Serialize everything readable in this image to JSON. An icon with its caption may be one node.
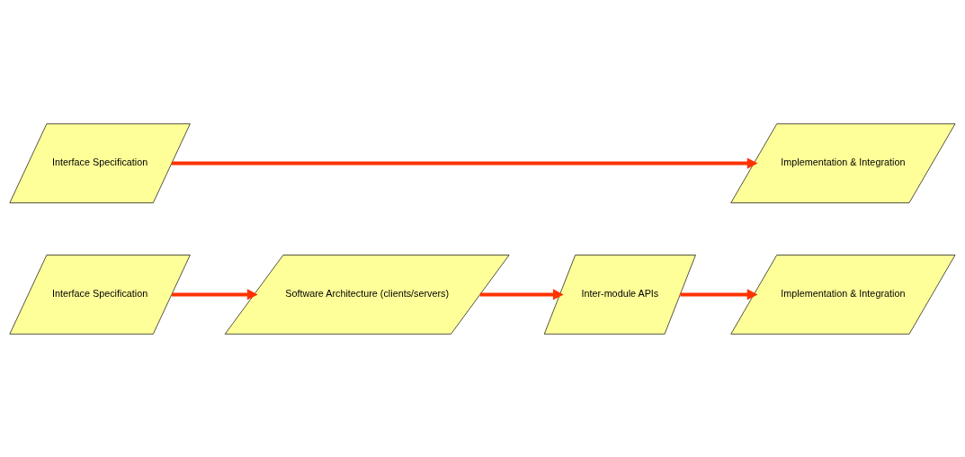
{
  "diagram": {
    "nodes": [
      {
        "text": [
          "Interface Specification"
        ]
      },
      {
        "text": [
          "Software Architecture (clients/servers)"
        ]
      },
      {
        "text": [
          "Inter-module APIs"
        ]
      },
      {
        "text": [
          "Implementation & Integration"
        ]
      },
      {
        "text": [
          "Interface Specification"
        ]
      },
      {
        "text": [
          "Implementation & Integration"
        ]
      }
    ],
    "edges": [
      {
        "from": 0,
        "to": 1,
        "arrow": "to"
      },
      {
        "from": 1,
        "to": 2,
        "arrow": "to"
      },
      {
        "from": 2,
        "to": 3,
        "arrow": "to"
      },
      {
        "from": 4,
        "to": 5,
        "arrow": "to"
      }
    ]
  }
}
